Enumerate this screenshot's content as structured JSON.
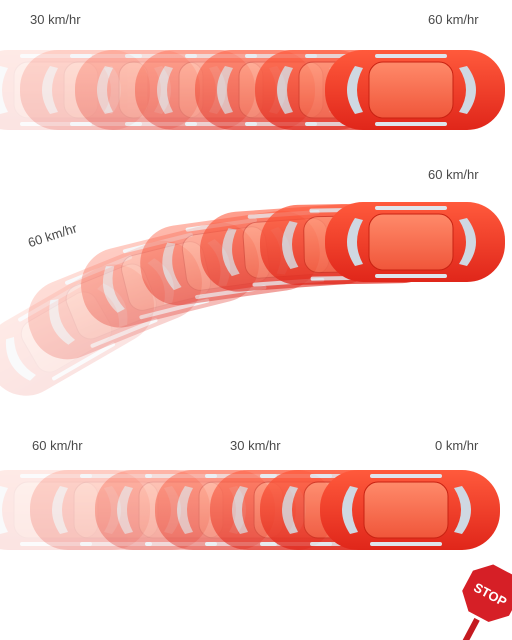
{
  "colors": {
    "car": "#e0261a",
    "car_light": "#f7b3a3",
    "glass": "#cfd8e2",
    "sign": "#d61f26"
  },
  "scenes": [
    {
      "id": "acceleration",
      "labels": {
        "start": "30 km/hr",
        "end": "60 km/hr"
      }
    },
    {
      "id": "curve",
      "labels": {
        "end": "60 km/hr",
        "start": "60 km/hr"
      }
    },
    {
      "id": "braking",
      "labels": {
        "start": "60 km/hr",
        "middle": "30 km/hr",
        "end": "0 km/hr"
      }
    }
  ],
  "stop_sign": {
    "text": "STOP",
    "icon": "stop-sign-icon"
  }
}
